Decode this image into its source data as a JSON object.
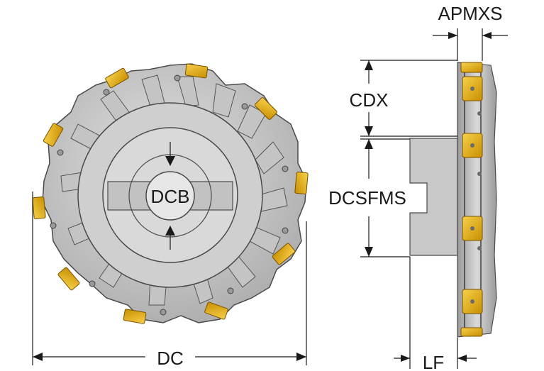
{
  "labels": {
    "apmxs": "APMXS",
    "cdx": "CDX",
    "dcb": "DCB",
    "dcsfms": "DCSFMS",
    "dc": "DC",
    "lf": "LF"
  },
  "colors": {
    "body_light": "#d6d6d6",
    "body_mid": "#b8b8b8",
    "body_dark": "#8a8a8a",
    "insert_gold": "#e9b30a",
    "insert_dark": "#9a6b00",
    "outline": "#3a3a3a"
  },
  "icons": [
    "screw-icon",
    "arrow-icon"
  ]
}
